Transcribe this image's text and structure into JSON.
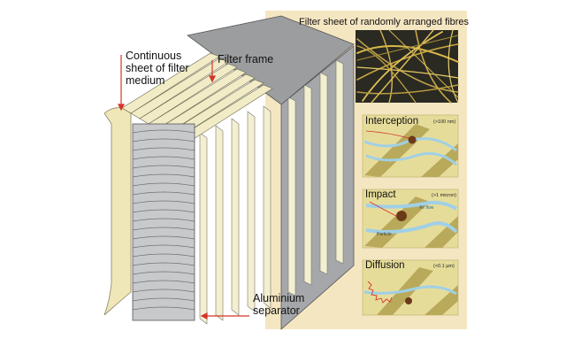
{
  "labels": {
    "continuous_sheet": [
      "Continuous",
      "sheet of filter",
      "medium"
    ],
    "filter_frame": "Filter frame",
    "aluminium_separator": [
      "Aluminium",
      "separator"
    ],
    "filter_sheet": "Filter sheet of randomly arranged fibres"
  },
  "panels": {
    "interception": {
      "title": "Interception",
      "note": "(>100 nm)"
    },
    "impact": {
      "title": "Impact",
      "note": "(>1 micron)",
      "flow_label": "Air flow",
      "particle_label": "Particle"
    },
    "diffusion": {
      "title": "Diffusion",
      "note": "(<0.1 µm)"
    }
  },
  "colors": {
    "panel_bg": "#f5e6c2",
    "inset_bg": "#e6dc9a",
    "fibre": "#b9a95a",
    "frame_gray": "#8f9194",
    "pointer_red": "#d4352a"
  }
}
